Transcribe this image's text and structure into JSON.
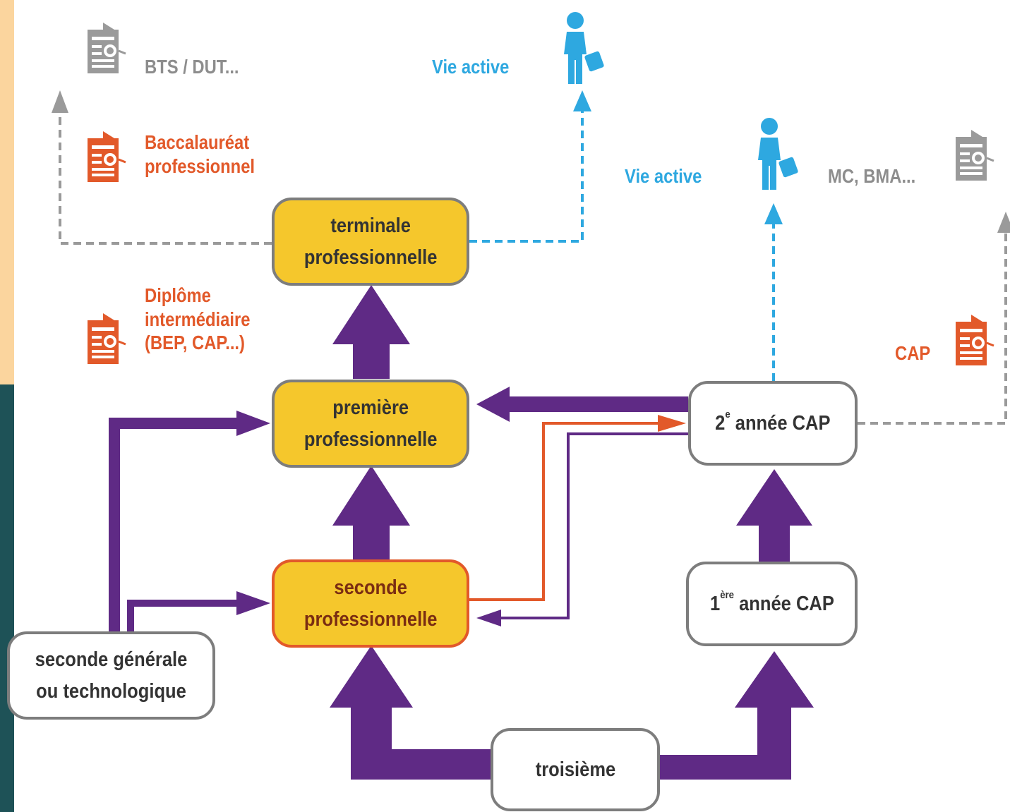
{
  "outcomes": {
    "bts": "BTS / DUT...",
    "vie_active_top": "Vie active",
    "bac_pro": [
      "Baccalauréat",
      "professionnel"
    ],
    "vie_active_right": "Vie active",
    "mc_bma": "MC, BMA...",
    "diplome": [
      "Diplôme",
      "intermédiaire",
      "(BEP, CAP...)"
    ],
    "cap": "CAP"
  },
  "boxes": {
    "terminale": [
      "terminale",
      "professionnelle"
    ],
    "premiere": [
      "première",
      "professionnelle"
    ],
    "seconde_pro": [
      "seconde",
      "professionnelle"
    ],
    "seconde_gen": [
      "seconde générale",
      "ou technologique"
    ],
    "troisieme": "troisième",
    "cap1_num": "1",
    "cap1_sup": "ère",
    "cap1_rest": " année CAP",
    "cap2_num": "2",
    "cap2_sup": "e",
    "cap2_rest": " année CAP"
  },
  "colors": {
    "purple": "#5f2a85",
    "orange": "#e2592a",
    "blue": "#2ea8e0",
    "grey": "#9a9a9a",
    "box_yellow": "#f5c72c"
  },
  "icons": [
    "certificate-icon",
    "person-briefcase-icon"
  ]
}
